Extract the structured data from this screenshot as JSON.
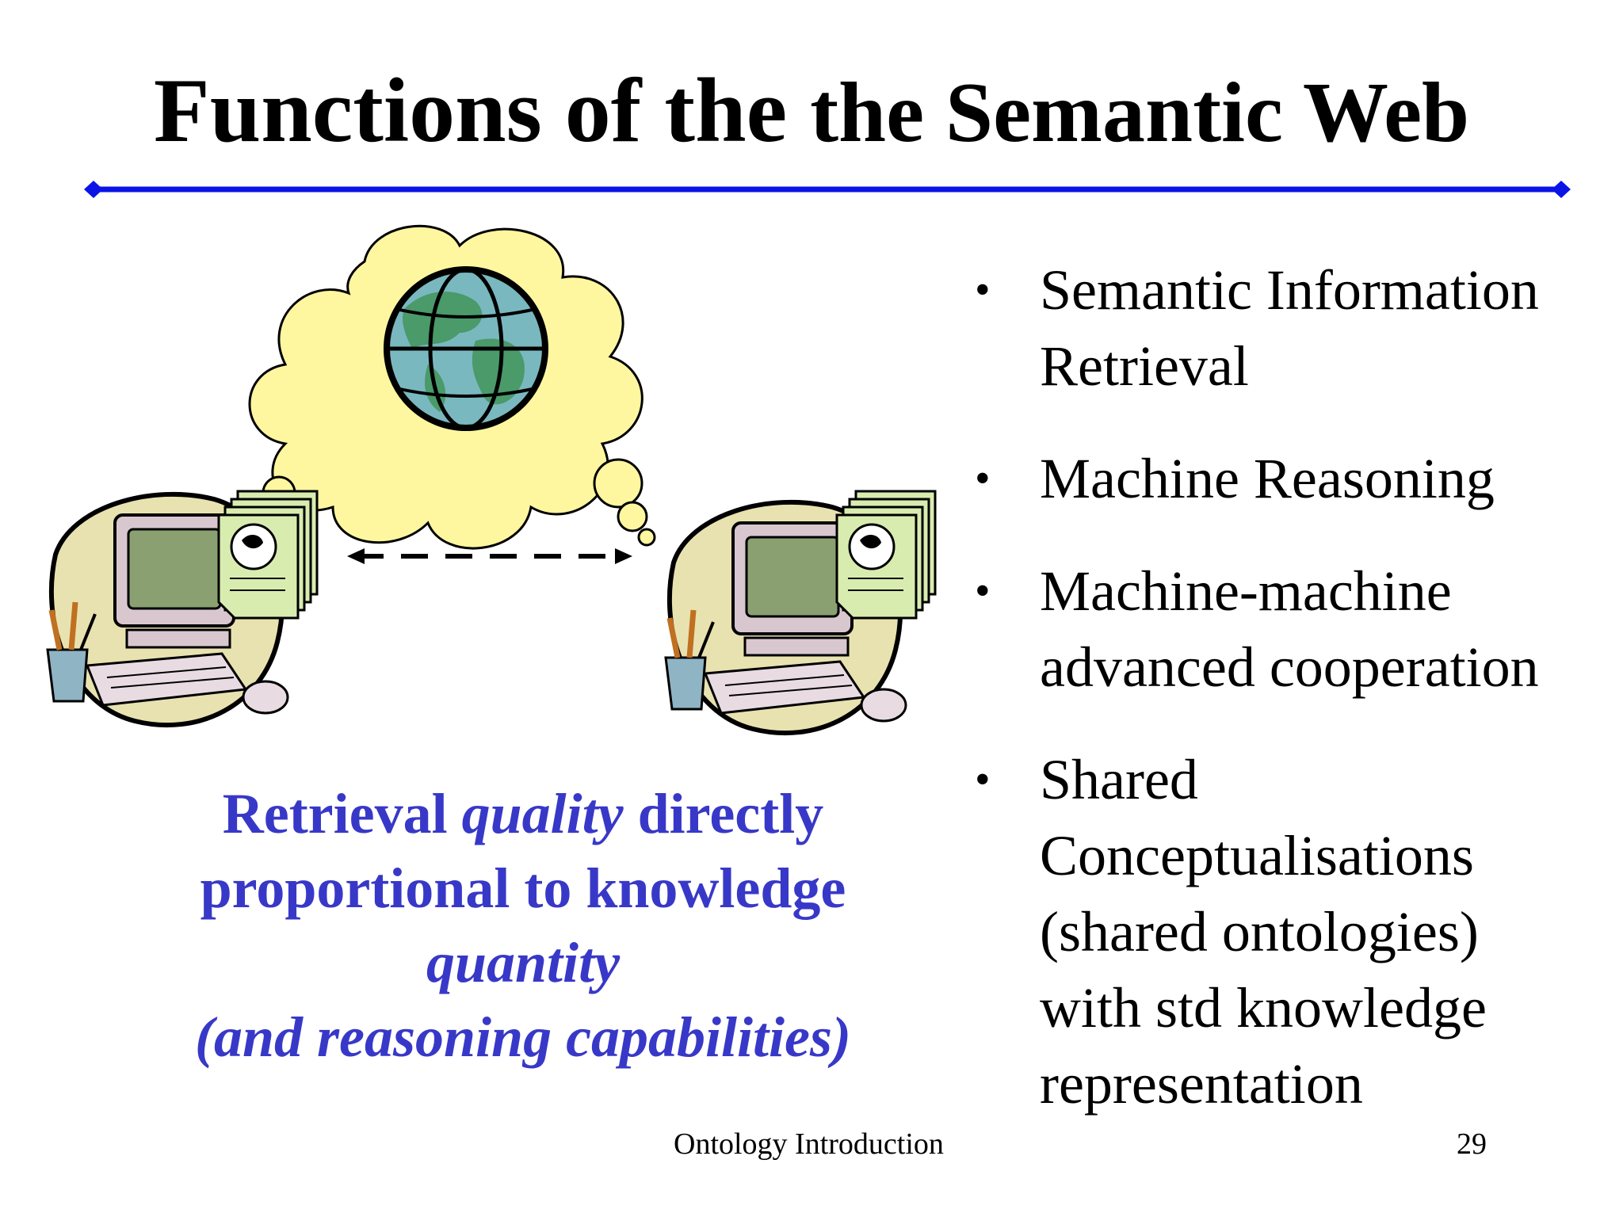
{
  "slide": {
    "title_part1": "Functions of the",
    "title_part2": "the Semantic Web"
  },
  "caption": {
    "line1_before": "Retrieval",
    "line1_em": "quality",
    "line1_after": "directly",
    "line2": "proportional to knowledge",
    "line3_em": "quantity",
    "line4_em": "(and reasoning capabilities)"
  },
  "bullets": [
    {
      "lines": [
        "Semantic Information",
        "Retrieval"
      ]
    },
    {
      "lines": [
        "Machine Reasoning"
      ]
    },
    {
      "lines": [
        "Machine-machine",
        "advanced cooperation"
      ]
    },
    {
      "lines": [
        "Shared",
        "Conceptualisations",
        "(shared ontologies)",
        "with std knowledge",
        "representation"
      ]
    }
  ],
  "bullet_glyph": "•",
  "footer": {
    "text": "Ontology Introduction",
    "page_number": "29"
  },
  "colors": {
    "rule": "#0a14e6",
    "caption": "#3838c8",
    "cloud": "#fff7a0",
    "globe_land": "#4a9a6a",
    "globe_sea": "#7ab8c0",
    "monitor_screen": "#8aa070",
    "document": "#d8ecb0",
    "blob": "#e8e2b0"
  },
  "icons": [
    "thought-cloud-icon",
    "globe-icon",
    "computer-icon",
    "document-stack-icon",
    "pencil-cup-icon",
    "mouse-icon",
    "double-arrow-icon"
  ]
}
